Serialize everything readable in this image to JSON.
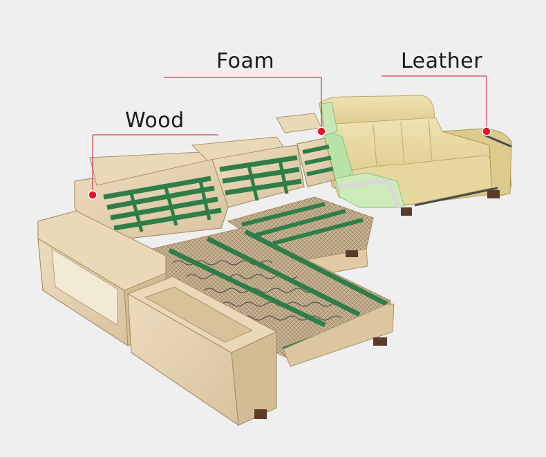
{
  "callouts": {
    "foam": {
      "label": "Foam"
    },
    "leather": {
      "label": "Leather"
    },
    "wood": {
      "label": "Wood"
    }
  },
  "colors": {
    "background": "#efefef",
    "callout_line": "#c8102e",
    "leather": "#e2d39a",
    "wood": "#e3d0ad",
    "mesh": "#3a8e57",
    "foam": "#b8e3a6"
  }
}
